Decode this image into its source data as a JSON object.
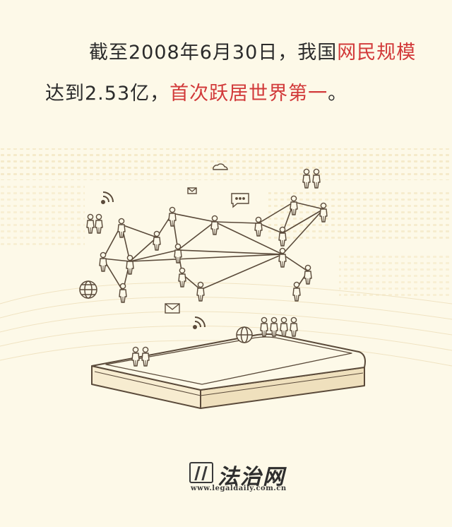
{
  "headline": {
    "line1_prefix": "截至2008年6月30日，我国",
    "line1_highlight": "网民规模",
    "line2_prefix": "达到2.53亿，",
    "line2_highlight": "首次跃居世界第一",
    "line2_suffix": "。"
  },
  "colors": {
    "background": "#fdf9e8",
    "highlight": "#d23a3a",
    "ink": "#5a4a3a"
  },
  "illustration": {
    "icons": [
      "wifi-icon",
      "mail-icon",
      "chat-icon",
      "cloud-icon",
      "globe-icon",
      "person-icon",
      "smartphone"
    ]
  },
  "logo": {
    "name": "法治网",
    "url": "www.legaldaily.com.cn"
  }
}
